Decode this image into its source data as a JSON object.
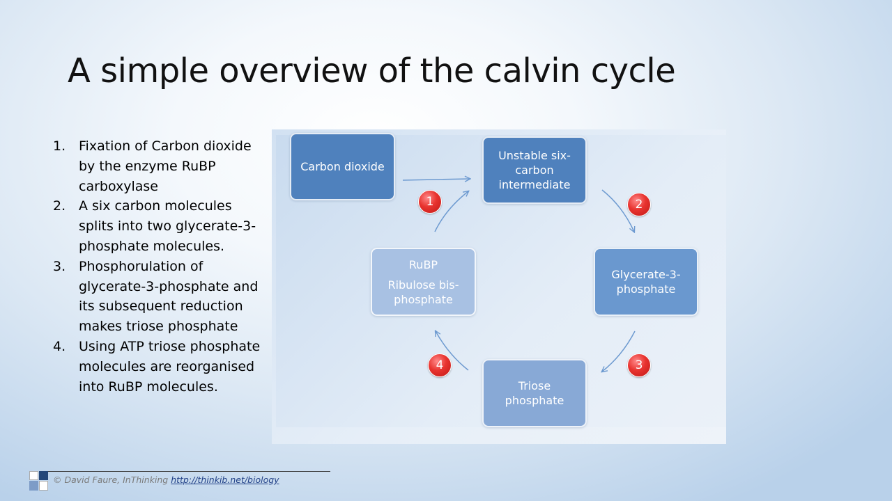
{
  "slide": {
    "title": "A simple overview of the calvin cycle"
  },
  "steps": [
    {
      "num": "1.",
      "text": "Fixation of Carbon dioxide by the enzyme RuBP carboxylase"
    },
    {
      "num": "2.",
      "text": "A six carbon molecules splits into two glycerate-3-phosphate molecules."
    },
    {
      "num": "3.",
      "text": "Phosphorulation of glycerate-3-phosphate and its subsequent reduction makes triose phosphate"
    },
    {
      "num": "4.",
      "text": "Using ATP triose phosphate molecules are reorganised into RuBP molecules."
    }
  ],
  "diagram": {
    "nodes": {
      "carbon_dioxide": "Carbon dioxide",
      "unstable": [
        "Unstable  six-",
        "carbon",
        "intermediate"
      ],
      "glycerate": [
        "Glycerate-3-",
        "phosphate"
      ],
      "triose": [
        "Triose",
        "phosphate"
      ],
      "rubp_abbrev": "RuBP",
      "rubp": [
        "Ribulose bis-",
        "phosphate"
      ]
    },
    "badges": [
      "1",
      "2",
      "3",
      "4"
    ],
    "colors": {
      "node_dark": "#4f81bd",
      "node_mid": "#6a98cf",
      "node_light": "#88a9d6",
      "node_lightest": "#a8c1e3",
      "badge": "#e8332f",
      "arrow": "#6d9ad0"
    }
  },
  "footer": {
    "credit": "© David Faure, InThinking",
    "link": "http://thinkib.net/biology"
  }
}
